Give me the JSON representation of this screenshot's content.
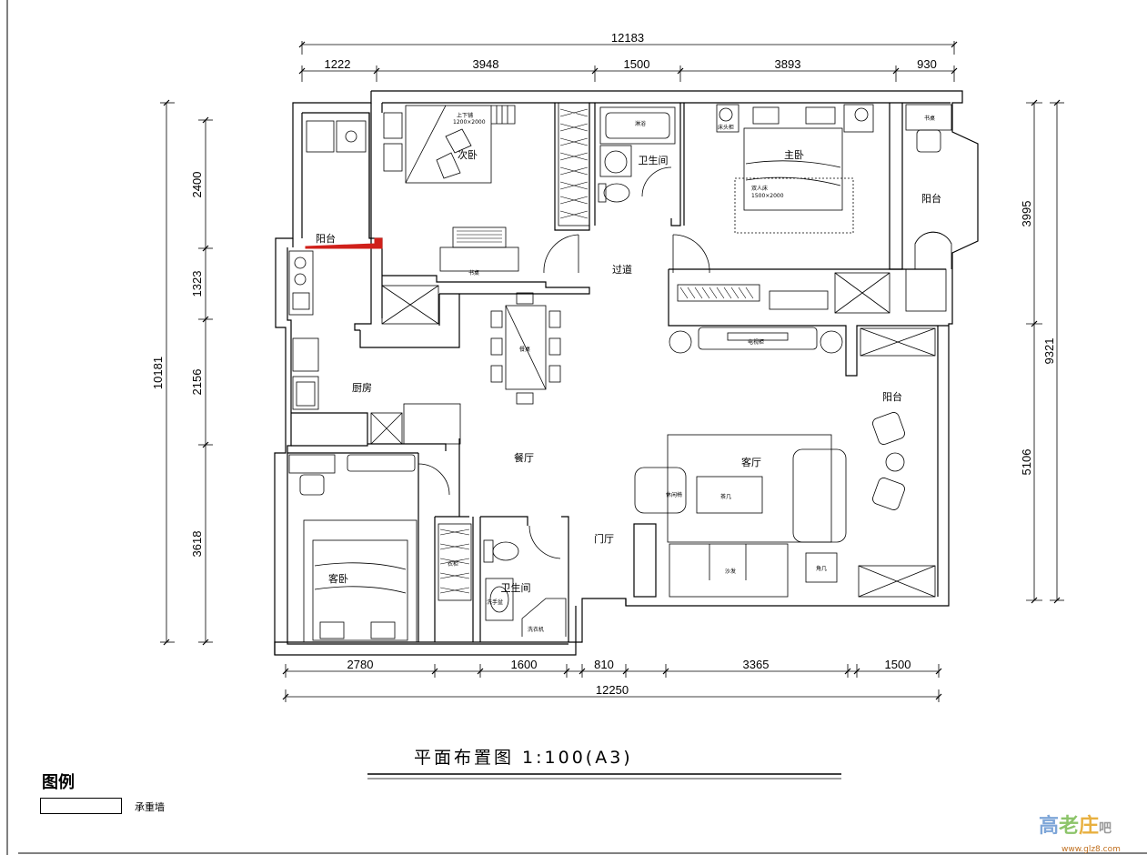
{
  "plan": {
    "dims_top": {
      "total": "12183",
      "segments": [
        "1222",
        "3948",
        "1500",
        "3893",
        "930"
      ]
    },
    "dims_bottom": {
      "total": "12250",
      "segments": [
        "2780",
        "1600",
        "810",
        "3365",
        "1500"
      ]
    },
    "dims_left": {
      "total": "10181",
      "segments": [
        "2400",
        "1323",
        "2156",
        "3618"
      ]
    },
    "dims_right": {
      "total": "9321",
      "segments": [
        "3995",
        "5106"
      ]
    },
    "rooms": {
      "balcony_nw": "阳台",
      "second_bedroom": "次卧",
      "bathroom_top": "卫生间",
      "master_bedroom": "主卧",
      "balcony_ne": "阳台",
      "hallway": "过道",
      "kitchen": "厨房",
      "dining": "餐厅",
      "living": "客厅",
      "balcony_e": "阳台",
      "guest_bedroom": "客卧",
      "bathroom_bottom": "卫生间",
      "entry": "门厅"
    },
    "furniture_labels": {
      "bunk": "上下铺",
      "bunk_size": "1200×2000",
      "desk": "书桌",
      "shower": "淋浴",
      "tv_cabinet": "电视柜",
      "tea_table": "茶几",
      "sofa": "沙发",
      "lounge_chair": "休闲椅",
      "book_desk": "书桌",
      "dining_table": "餐桌",
      "wardrobe": "衣柜",
      "bed_size": "1500×2000",
      "double_bed": "双人床",
      "wash_machine": "洗衣机",
      "side_table": "角几",
      "nightstand": "床头柜",
      "basin": "洗手盆"
    }
  },
  "title": "平面布置图 1:100(A3)",
  "legend": {
    "heading": "图例",
    "item": "承重墙"
  },
  "watermark": {
    "chars": [
      "高",
      "老",
      "庄",
      "吧"
    ],
    "url": "www.glz8.com"
  },
  "colors": {
    "highlight_wall": "#d0201a",
    "line": "#000000"
  }
}
